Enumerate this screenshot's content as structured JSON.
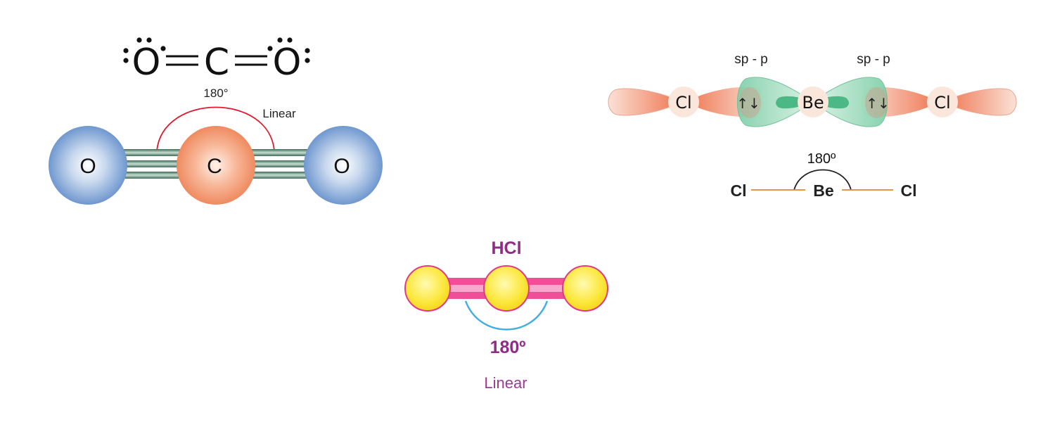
{
  "co2": {
    "lewis": {
      "left_atom": "O",
      "center_atom": "C",
      "right_atom": "O"
    },
    "angle_label": "180°",
    "shape_label": "Linear",
    "atoms": {
      "left": "O",
      "center": "C",
      "right": "O"
    }
  },
  "becl2": {
    "overlap_left": "sp - p",
    "overlap_right": "sp - p",
    "atoms": {
      "left": "Cl",
      "center": "Be",
      "right": "Cl"
    },
    "electron_pair": "↑↓",
    "angle_label": "180º",
    "line_atoms": {
      "left": "Cl",
      "center": "Be",
      "right": "Cl"
    }
  },
  "hcl": {
    "title": "HCl",
    "angle_label": "180º",
    "shape_label": "Linear"
  },
  "colors": {
    "oxygen_blue": "#6f97cf",
    "carbon_orange": "#f2936c",
    "bond_green": "#5e8a74",
    "angle_red": "#e0192d",
    "cl_lobe": "#ef7a57",
    "be_lobe": "#7fd2aa",
    "be_line": "#e08a2c",
    "hcl_yellow": "#fce73b",
    "hcl_pink": "#e0398a",
    "hcl_purple": "#8e2c86",
    "hcl_arc": "#44aee0"
  }
}
